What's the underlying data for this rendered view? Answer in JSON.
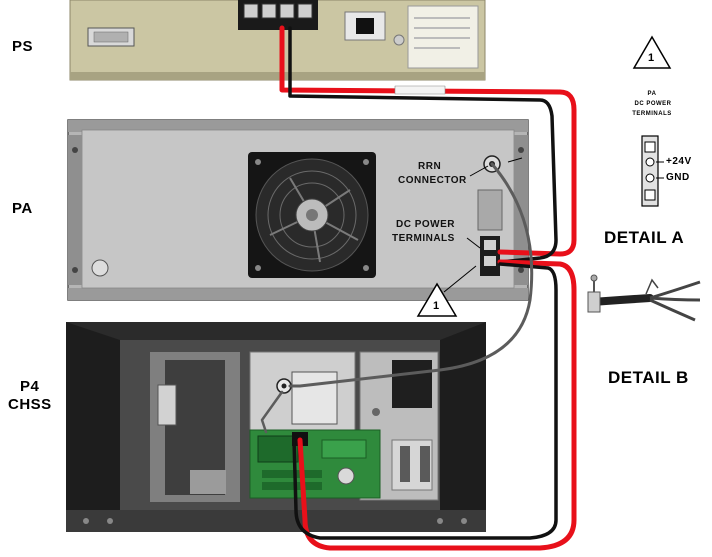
{
  "labels": {
    "ps": "PS",
    "pa": "PA",
    "chassis_line1": "P4",
    "chassis_line2": "CHSS",
    "rrn_line1": "RRN",
    "rrn_line2": "CONNECTOR",
    "dc_line1": "DC POWER",
    "dc_line2": "TERMINALS",
    "detail_a": "DETAIL A",
    "detail_b": "DETAIL B",
    "warning_number": "1",
    "terminal_plus": "+24V",
    "terminal_gnd": "GND",
    "terminal_title_1": "PA",
    "terminal_title_2": "DC POWER",
    "terminal_title_3": "TERMINALS"
  },
  "colors": {
    "red_wire": "#e8101a",
    "black_wire": "#111111",
    "gray_cable": "#5c5c5c",
    "chassis_gray": "#b9b9b9",
    "ps_tan": "#c9c4a0",
    "pcb_green": "#2f8a3c"
  }
}
